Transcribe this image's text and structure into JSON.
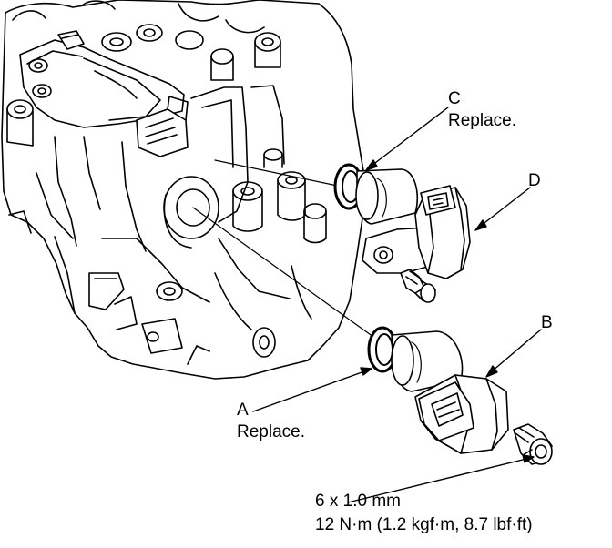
{
  "callouts": {
    "a": {
      "letter": "A",
      "note": "Replace."
    },
    "b": {
      "letter": "B"
    },
    "c": {
      "letter": "C",
      "note": "Replace."
    },
    "d": {
      "letter": "D"
    }
  },
  "bolt_spec": {
    "size": "6 x 1.0 mm",
    "torque": "12 N·m (1.2 kgf·m, 8.7 lbf·ft)"
  }
}
